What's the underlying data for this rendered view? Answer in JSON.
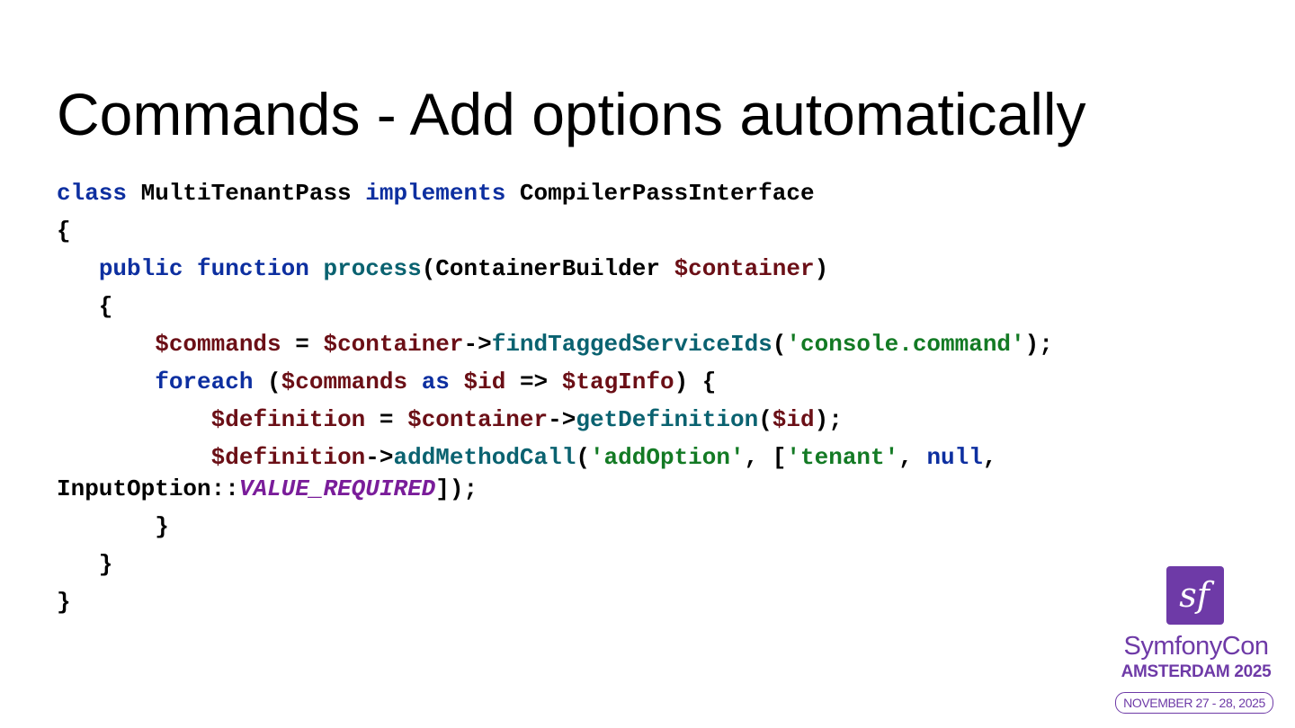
{
  "slide": {
    "title": "Commands - Add options automatically"
  },
  "code": {
    "language": "php",
    "lines": [
      [
        {
          "t": "class",
          "k": "keyword"
        },
        {
          "t": " MultiTenantPass ",
          "k": "plain"
        },
        {
          "t": "implements",
          "k": "keyword"
        },
        {
          "t": " CompilerPassInterface",
          "k": "plain"
        }
      ],
      [
        {
          "t": "{",
          "k": "plain"
        }
      ],
      [
        {
          "t": "   ",
          "k": "plain"
        },
        {
          "t": "public",
          "k": "keyword"
        },
        {
          "t": " ",
          "k": "plain"
        },
        {
          "t": "function",
          "k": "keyword"
        },
        {
          "t": " ",
          "k": "plain"
        },
        {
          "t": "process",
          "k": "function"
        },
        {
          "t": "(ContainerBuilder ",
          "k": "plain"
        },
        {
          "t": "$container",
          "k": "variable"
        },
        {
          "t": ")",
          "k": "plain"
        }
      ],
      [
        {
          "t": "   {",
          "k": "plain"
        }
      ],
      [
        {
          "t": "       ",
          "k": "plain"
        },
        {
          "t": "$commands",
          "k": "variable"
        },
        {
          "t": " = ",
          "k": "plain"
        },
        {
          "t": "$container",
          "k": "variable"
        },
        {
          "t": "->",
          "k": "plain"
        },
        {
          "t": "findTaggedServiceIds",
          "k": "function"
        },
        {
          "t": "(",
          "k": "plain"
        },
        {
          "t": "'console.command'",
          "k": "string"
        },
        {
          "t": ");",
          "k": "plain"
        }
      ],
      [
        {
          "t": "       ",
          "k": "plain"
        },
        {
          "t": "foreach",
          "k": "keyword"
        },
        {
          "t": " (",
          "k": "plain"
        },
        {
          "t": "$commands",
          "k": "variable"
        },
        {
          "t": " ",
          "k": "plain"
        },
        {
          "t": "as",
          "k": "keyword"
        },
        {
          "t": " ",
          "k": "plain"
        },
        {
          "t": "$id",
          "k": "variable"
        },
        {
          "t": " => ",
          "k": "plain"
        },
        {
          "t": "$tagInfo",
          "k": "variable"
        },
        {
          "t": ") {",
          "k": "plain"
        }
      ],
      [
        {
          "t": "           ",
          "k": "plain"
        },
        {
          "t": "$definition",
          "k": "variable"
        },
        {
          "t": " = ",
          "k": "plain"
        },
        {
          "t": "$container",
          "k": "variable"
        },
        {
          "t": "->",
          "k": "plain"
        },
        {
          "t": "getDefinition",
          "k": "function"
        },
        {
          "t": "(",
          "k": "plain"
        },
        {
          "t": "$id",
          "k": "variable"
        },
        {
          "t": ");",
          "k": "plain"
        }
      ],
      [
        {
          "t": "           ",
          "k": "plain"
        },
        {
          "t": "$definition",
          "k": "variable"
        },
        {
          "t": "->",
          "k": "plain"
        },
        {
          "t": "addMethodCall",
          "k": "function"
        },
        {
          "t": "(",
          "k": "plain"
        },
        {
          "t": "'addOption'",
          "k": "string"
        },
        {
          "t": ", [",
          "k": "plain"
        },
        {
          "t": "'tenant'",
          "k": "string"
        },
        {
          "t": ", ",
          "k": "plain"
        },
        {
          "t": "null",
          "k": "keyword"
        },
        {
          "t": ",",
          "k": "plain"
        }
      ],
      [
        {
          "t": "InputOption::",
          "k": "plain"
        },
        {
          "t": "VALUE_REQUIRED",
          "k": "constant"
        },
        {
          "t": "]);",
          "k": "plain"
        }
      ],
      [
        {
          "t": "       }",
          "k": "plain"
        }
      ],
      [
        {
          "t": "   }",
          "k": "plain"
        }
      ],
      [
        {
          "t": "}",
          "k": "plain"
        }
      ]
    ]
  },
  "logo": {
    "icon": "symfony-sf-monogram-icon",
    "mark_text": "sf",
    "name": "SymfonyCon",
    "city": "AMSTERDAM 2025",
    "dates": "NOVEMBER 27 - 28, 2025"
  },
  "colors": {
    "keyword": "#0d2fa0",
    "variable": "#6b0f16",
    "function": "#0a6270",
    "string": "#137a24",
    "constant": "#7a1d9a",
    "plain": "#000000",
    "brand_purple": "#6e3aa7"
  }
}
